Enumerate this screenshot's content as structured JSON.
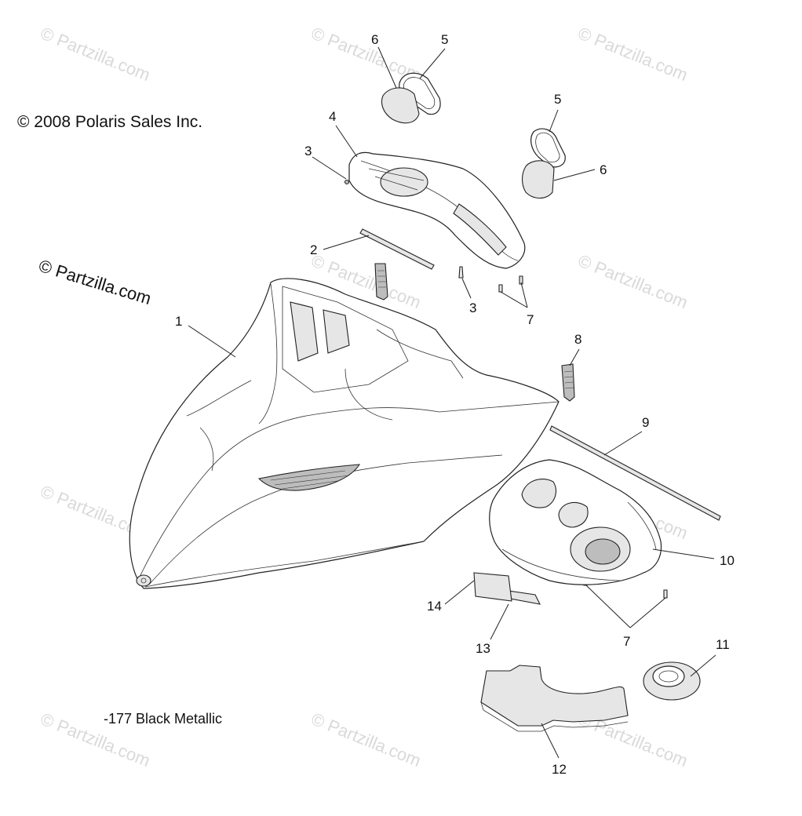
{
  "copyright": "© 2008 Polaris Sales Inc.",
  "watermark_main": "© Partzilla.com",
  "watermark_faint": "© Partzilla.com",
  "color_note": "-177 Black Metallic",
  "callouts": [
    "1",
    "2",
    "3",
    "3",
    "4",
    "5",
    "5",
    "6",
    "6",
    "7",
    "7",
    "8",
    "9",
    "10",
    "11",
    "12",
    "13",
    "14"
  ],
  "colors": {
    "line": "#222222",
    "watermark": "#d9d9d9",
    "background": "#ffffff"
  }
}
